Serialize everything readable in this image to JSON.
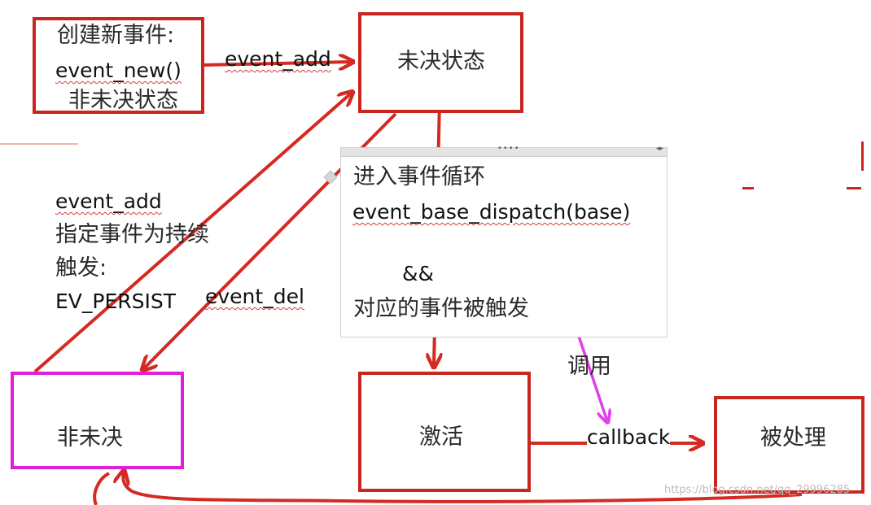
{
  "colors": {
    "arrow": "#d42a22",
    "box_border": "#c8261f",
    "non_pending_border": "#e020d8",
    "callback_arrow": "#e040e8"
  },
  "boxes": {
    "create": {
      "line1": "创建新事件:",
      "line2": "event_new()",
      "line3": "非未决状态"
    },
    "pending": "未决状态",
    "non_pending": "非未决",
    "active": "激活",
    "handled": "被处理"
  },
  "labels": {
    "event_add_top": "event_add",
    "persist": {
      "line1": "event_add",
      "line2": "指定事件为持续",
      "line3": "触发:",
      "line4": "EV_PERSIST"
    },
    "event_del": "event_del",
    "callback": "callback",
    "invoke": "调用"
  },
  "note": {
    "line1": "进入事件循环",
    "line2": "event_base_dispatch(base)",
    "line3": "&&",
    "line4": "对应的事件被触发"
  },
  "watermark": "https://blog.csdn.net/qq_29996285"
}
